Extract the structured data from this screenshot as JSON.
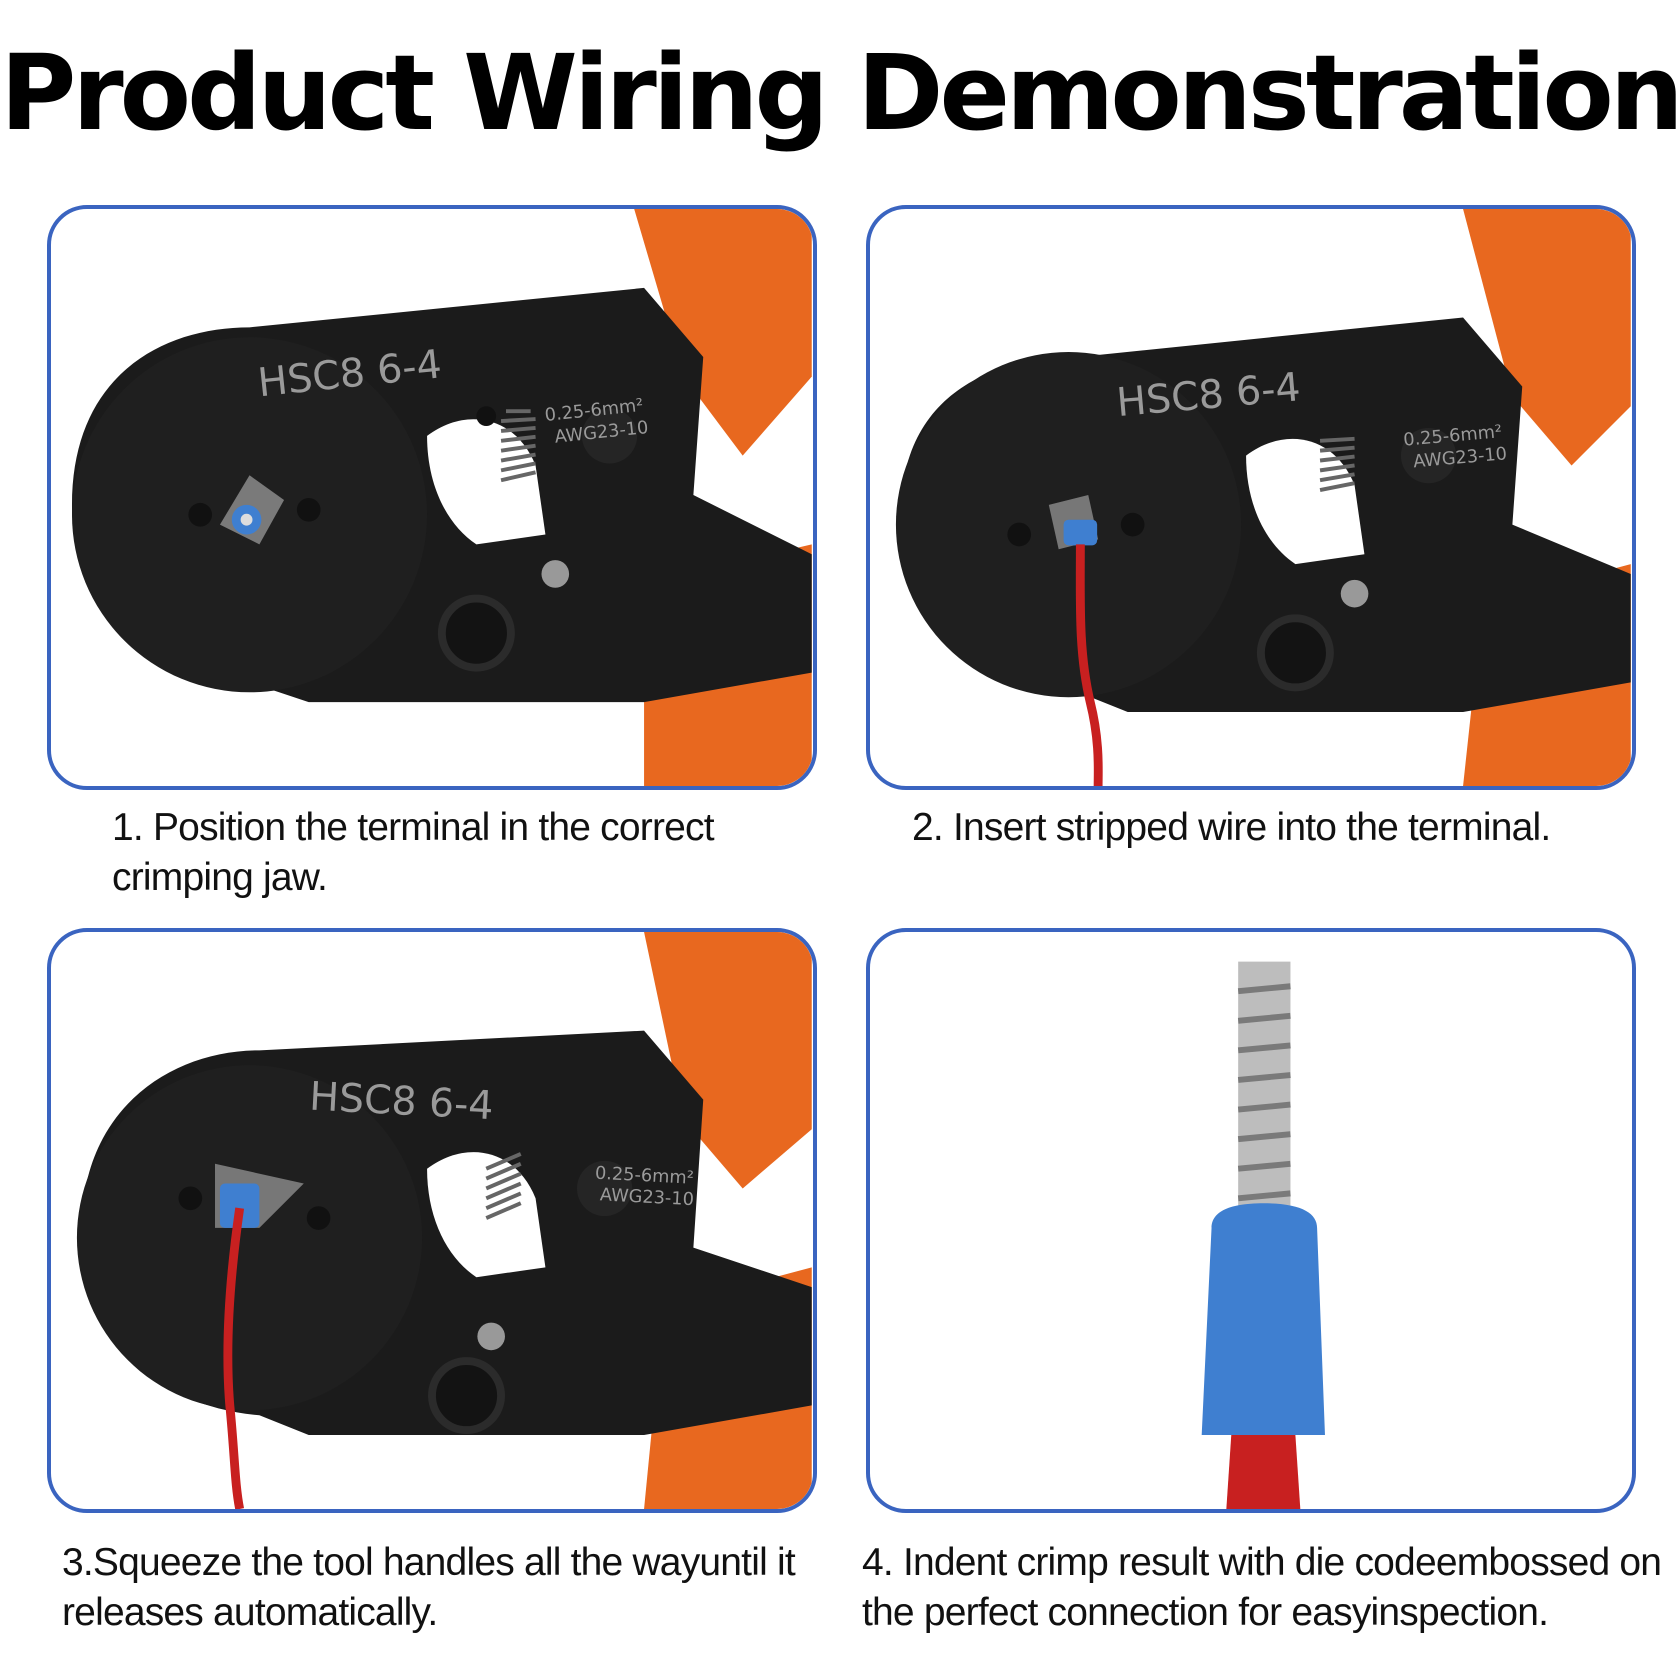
{
  "title": "Product Wiring Demonstration",
  "colors": {
    "panel_border": "#3a64c0",
    "tool_body": "#1b1b1b",
    "handle": "#e8681f",
    "terminal": "#3f7fd0",
    "wire": "#c82020"
  },
  "tool": {
    "model": "HSC8 6-4",
    "range_mm": "0.25-6mm²",
    "range_awg": "AWG23-10"
  },
  "steps": [
    {
      "caption": "1. Position the terminal in the correct crimping jaw."
    },
    {
      "caption": "2. Insert stripped wire into the terminal."
    },
    {
      "caption": "3.Squeeze the tool handles all the wayuntil it releases automatically."
    },
    {
      "caption": "4. Indent crimp result with die codeembossed on the perfect connection for easyinspection."
    }
  ]
}
